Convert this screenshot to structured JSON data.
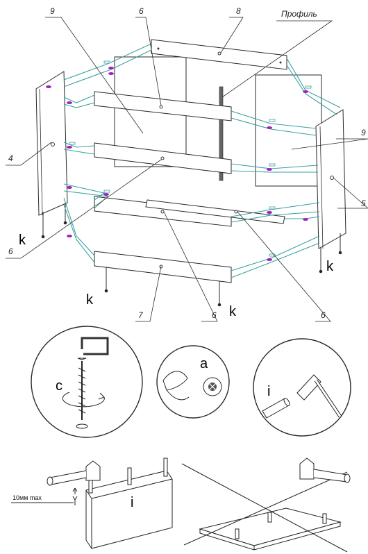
{
  "callouts": {
    "n9_top": "9",
    "n6_top": "6",
    "n8_top": "8",
    "profile": "Профиль",
    "n9_right": "9",
    "n4": "4",
    "n5": "5",
    "n6_left": "6",
    "n7": "7",
    "n6_bottom": "6",
    "n6_right": "6"
  },
  "parts": {
    "k_left": "k",
    "k_right": "k",
    "k_bottom_left": "k",
    "k_bottom_mid": "k",
    "c": "c",
    "a": "a",
    "i_circle": "i",
    "i_panel": "i"
  },
  "measure": {
    "max_label": "10мм max"
  },
  "colors": {
    "line": "#2a2a2a",
    "dowel": "#3aa0a0",
    "cam": "#a020c0"
  }
}
